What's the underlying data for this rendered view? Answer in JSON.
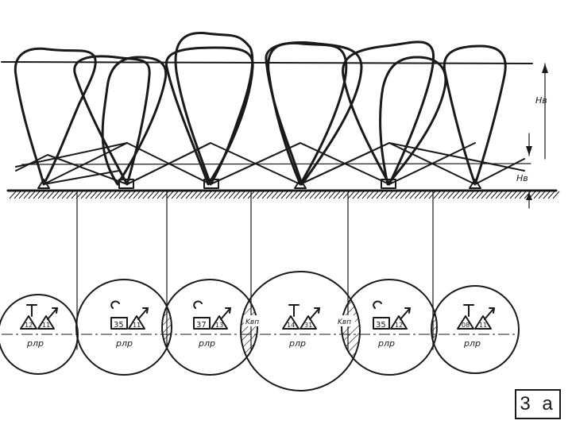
{
  "heights": {
    "upper_label": "Hв",
    "lower_label": "Hв"
  },
  "stations": [
    {
      "mark": "рлр",
      "box_text": "",
      "tri_left": "12",
      "tri_right": "11",
      "antenna": "dish"
    },
    {
      "mark": "рлр",
      "box_text": "35",
      "tri_left": "",
      "tri_right": "11",
      "antenna": "hook"
    },
    {
      "mark": "рлр",
      "box_text": "37",
      "tri_left": "",
      "tri_right": "13",
      "antenna": "hook"
    },
    {
      "mark": "рлр",
      "box_text": "",
      "tri_left": "14",
      "tri_right": "31",
      "antenna": "dish"
    },
    {
      "mark": "рлр",
      "box_text": "35",
      "tri_left": "",
      "tri_right": "12",
      "antenna": "hook"
    },
    {
      "mark": "рлр",
      "box_text": "",
      "tri_left": "08",
      "tri_right": "11",
      "antenna": "dish"
    }
  ],
  "overlaps": [
    {
      "label": "Kвп",
      "between": [
        2,
        3
      ]
    },
    {
      "label": "Kвп",
      "between": [
        3,
        4
      ]
    }
  ],
  "slide_badge": "3 a"
}
